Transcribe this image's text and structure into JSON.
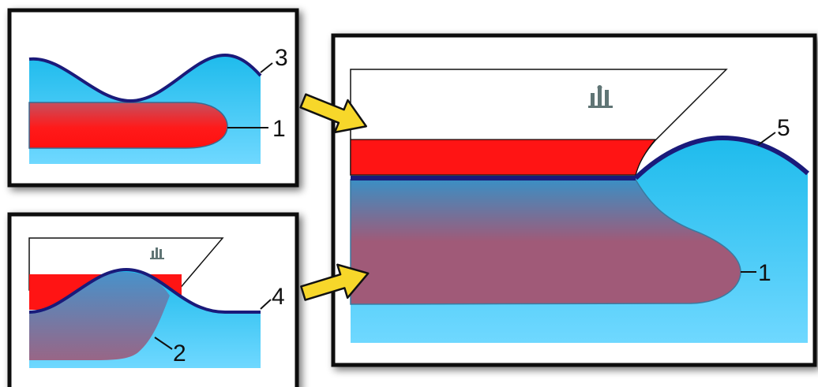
{
  "labels": {
    "panel_a_top": "3",
    "panel_a_bulb": "1",
    "panel_b_wave": "4",
    "panel_b_bulb": "2",
    "panel_c_wave": "5",
    "panel_c_bulb": "1"
  },
  "icons": {
    "ship_symbol": "ship-superstructure-icon",
    "arrow": "yellow-arrow-icon"
  },
  "colors": {
    "water_top": "#1ebbec",
    "water_bottom": "#6fd8ff",
    "wave_line": "#1a1a7a",
    "bulb_red": "#ff1a1a",
    "bulb_purple": "#a05a78",
    "bulb_blue": "#3aa6d8",
    "hull_red": "#ff1414",
    "arrow_yellow": "#f7d72a",
    "frame": "#111111"
  }
}
